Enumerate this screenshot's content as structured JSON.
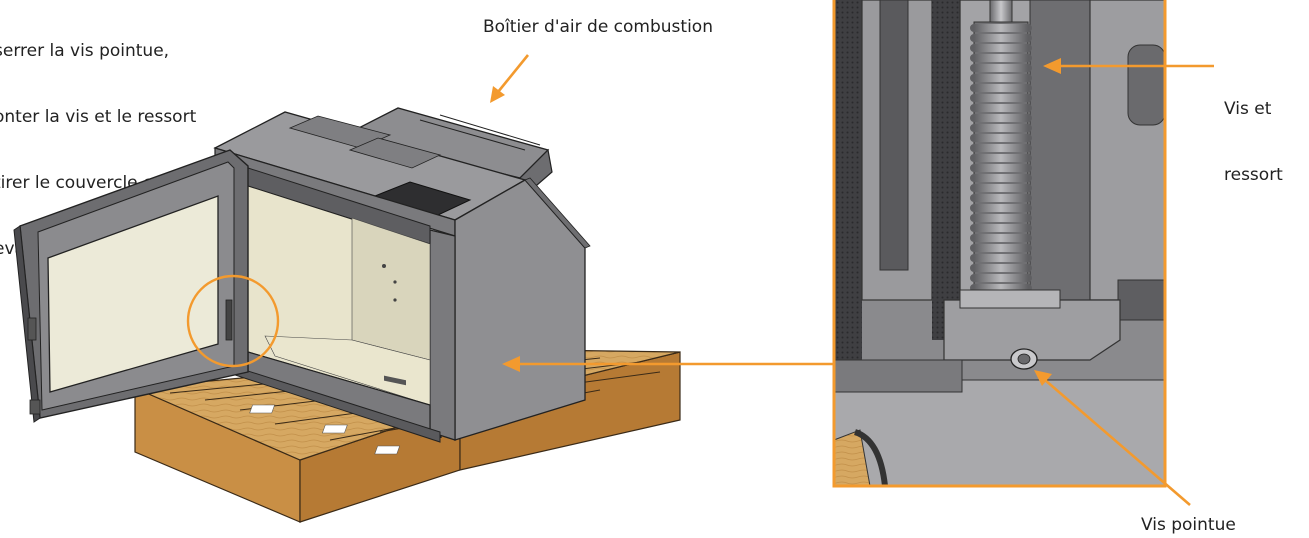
{
  "instructions": {
    "line1": "serrer la vis pointue,",
    "line2": "onter la vis et le ressort",
    "line3": "tirer le couvercle en le",
    "line4": "evant"
  },
  "labels": {
    "boitier": "Boîtier d'air de combustion",
    "vis_et": "Vis et",
    "ressort": "ressort",
    "vis_pointue": "Vis pointue"
  },
  "colors": {
    "accent": "#f39a2e",
    "steel": "#8b8b8e",
    "steel_dark": "#58585b",
    "glass": "#e6e2cc",
    "wood": "#d4a45e"
  }
}
